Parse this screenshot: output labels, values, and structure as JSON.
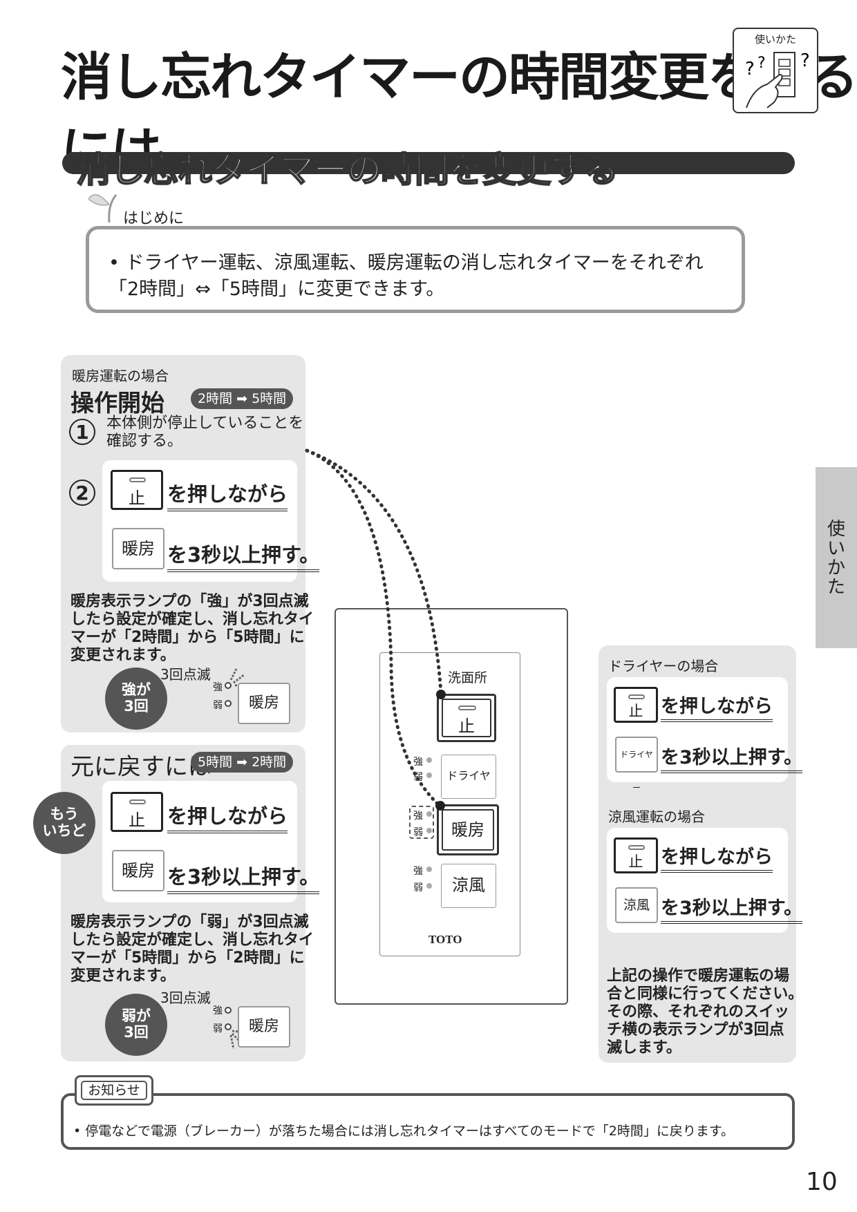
{
  "header": {
    "title": "消し忘れタイマーの時間変更をするには",
    "usage_label": "使いかた"
  },
  "section": {
    "title": "消し忘れタイマーの時間を変更する",
    "intro_label": "はじめに",
    "intro_line1": "• ドライヤー運転、涼風運転、暖房運転の消し忘れタイマーをそれぞれ",
    "intro_line2": "「2時間」⇔「5時間」に変更できます。"
  },
  "heating": {
    "case_label": "暖房運転の場合",
    "start_label": "操作開始",
    "badge": "2時間 ➡ 5時間",
    "step1_num": "1",
    "step1_line1": "本体側が停止していることを",
    "step1_line2": "確認する。",
    "step2_num": "2",
    "stop_key": "止",
    "press_while": "を押しながら",
    "heat_key": "暖房",
    "press_3s": "を3秒以上押す。",
    "result_lines": [
      "暖房表示ランプの「強」が3回点滅",
      "したら設定が確定し、消し忘れタイ",
      "マーが「2時間」から「5時間」に",
      "変更されます。"
    ],
    "blink_label": "3回点滅",
    "bubble_line1": "強が",
    "bubble_line2": "3回",
    "lamp_strong": "強",
    "lamp_weak": "弱"
  },
  "revert": {
    "title": "元に戻すには",
    "badge": "5時間 ➡ 2時間",
    "again_line1": "もう",
    "again_line2": "いちど",
    "stop_key": "止",
    "press_while": "を押しながら",
    "heat_key": "暖房",
    "press_3s": "を3秒以上押す。",
    "result_lines": [
      "暖房表示ランプの「弱」が3回点滅",
      "したら設定が確定し、消し忘れタイ",
      "マーが「5時間」から「2時間」に",
      "変更されます。"
    ],
    "blink_label": "3回点滅",
    "bubble_line1": "弱が",
    "bubble_line2": "3回",
    "lamp_strong": "強",
    "lamp_weak": "弱"
  },
  "device": {
    "location": "洗面所",
    "stop": "止",
    "dryer": "ドライヤー",
    "heat": "暖房",
    "cool": "涼風",
    "brand": "TOTO",
    "lamp_strong": "強",
    "lamp_weak": "弱"
  },
  "side_tab": "使いかた",
  "dryer_case": {
    "label": "ドライヤーの場合",
    "stop_key": "止",
    "press_while": "を押しながら",
    "key": "ドライヤー",
    "press_3s": "を3秒以上押す。"
  },
  "cool_case": {
    "label": "涼風運転の場合",
    "stop_key": "止",
    "press_while": "を押しながら",
    "key": "涼風",
    "press_3s": "を3秒以上押す。",
    "note_lines": [
      "上記の操作で暖房運転の場",
      "合と同様に行ってください。",
      "その際、それぞれのスイッ",
      "チ横の表示ランプが3回点",
      "滅します。"
    ]
  },
  "notice": {
    "tag": "お知らせ",
    "text": "• 停電などで電源（ブレーカー）が落ちた場合には消し忘れタイマーはすべてのモードで「2時間」に戻ります。"
  },
  "page_number": "10"
}
